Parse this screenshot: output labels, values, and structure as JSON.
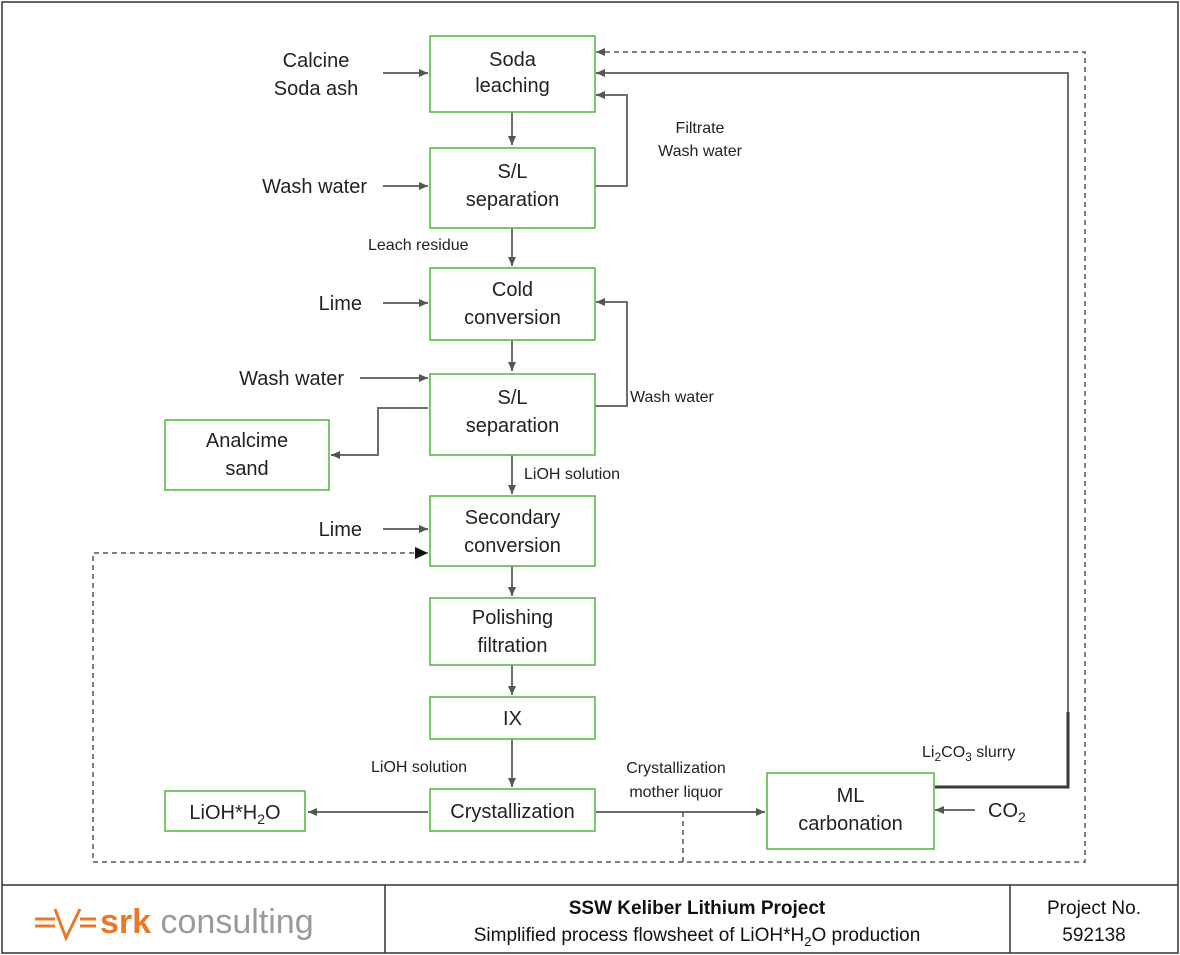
{
  "diagram": {
    "inputs": {
      "calcine": "Calcine",
      "soda_ash": "Soda ash",
      "wash_water_1": "Wash water",
      "lime_1": "Lime",
      "wash_water_2": "Wash water",
      "lime_2": "Lime",
      "co2": "CO"
    },
    "boxes": {
      "soda_leaching": [
        "Soda",
        "leaching"
      ],
      "sl_separation_1": [
        "S/L",
        "separation"
      ],
      "cold_conversion": [
        "Cold",
        "conversion"
      ],
      "sl_separation_2": [
        "S/L",
        "separation"
      ],
      "analcime_sand": [
        "Analcime",
        "sand"
      ],
      "secondary_conversion": [
        "Secondary",
        "conversion"
      ],
      "polishing_filtration": [
        "Polishing",
        "filtration"
      ],
      "ix": "IX",
      "crystallization": "Crystallization",
      "lioh_product": "LiOH*H",
      "ml_carbonation": [
        "ML",
        "carbonation"
      ]
    },
    "stream_labels": {
      "filtrate": "Filtrate",
      "wash_water_recycle_1": "Wash water",
      "leach_residue": "Leach residue",
      "wash_water_recycle_2": "Wash water",
      "lioh_solution_1": "LiOH solution",
      "lioh_solution_2": "LiOH solution",
      "crystallization_mother_liquor": [
        "Crystallization",
        "mother liquor"
      ],
      "li2co3_slurry": "Li",
      "li2co3_slurry_suffix": "CO",
      "li2co3_slurry_tail": " slurry"
    },
    "subscripts": {
      "two": "2",
      "three": "3"
    },
    "h2o_tail": "O"
  },
  "footer": {
    "logo_bold": "srk",
    "logo_rest": " consulting",
    "title": "SSW Keliber Lithium Project",
    "subtitle_prefix": "Simplified process flowsheet of LiOH*H",
    "subtitle_sub": "2",
    "subtitle_suffix": "O production",
    "project_label": "Project No.",
    "project_number": "592138"
  },
  "colors": {
    "box_border": "#5cb84a",
    "flow_line": "#6d6d6d",
    "logo_orange": "#e8782a",
    "logo_grey": "#9a9a9a"
  }
}
